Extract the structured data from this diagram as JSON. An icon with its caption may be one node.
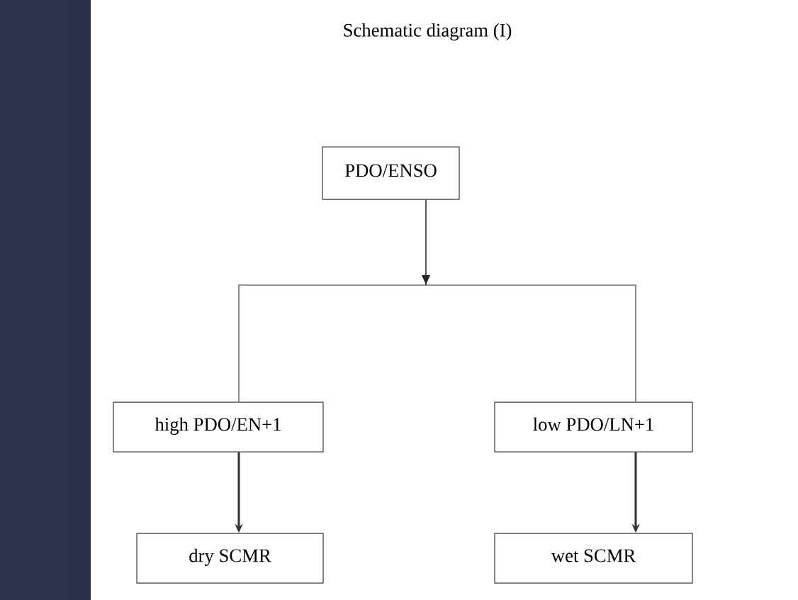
{
  "diagram": {
    "title": "Schematic diagram (I)",
    "nodes": [
      {
        "text": [
          "PDO/ENSO"
        ]
      },
      {
        "text": [
          "high PDO/EN+1"
        ]
      },
      {
        "text": [
          "low PDO/LN+1"
        ]
      },
      {
        "text": [
          "dry   SCMR"
        ]
      },
      {
        "text": [
          "wet   SCMR"
        ]
      }
    ],
    "edges": [
      {
        "from": 0,
        "to": 1,
        "arrow": "to"
      },
      {
        "from": 0,
        "to": 2,
        "arrow": "to"
      },
      {
        "from": 1,
        "to": 3,
        "arrow": "to",
        "style": "thick"
      },
      {
        "from": 2,
        "to": 4,
        "arrow": "to",
        "style": "thick"
      }
    ]
  }
}
